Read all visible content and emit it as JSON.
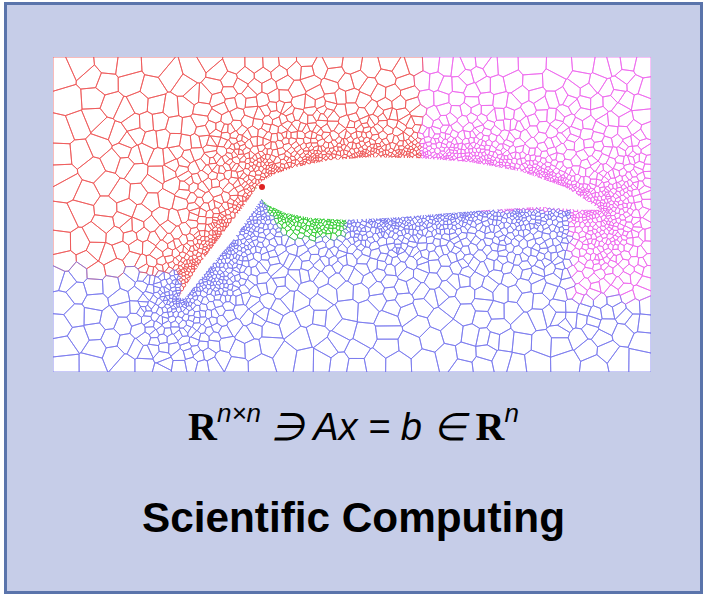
{
  "diagram": {
    "title": "Scientific Computing",
    "labels": [
      "R",
      "n×n",
      "∋ Ax = b ∈",
      "R",
      "n"
    ]
  }
}
